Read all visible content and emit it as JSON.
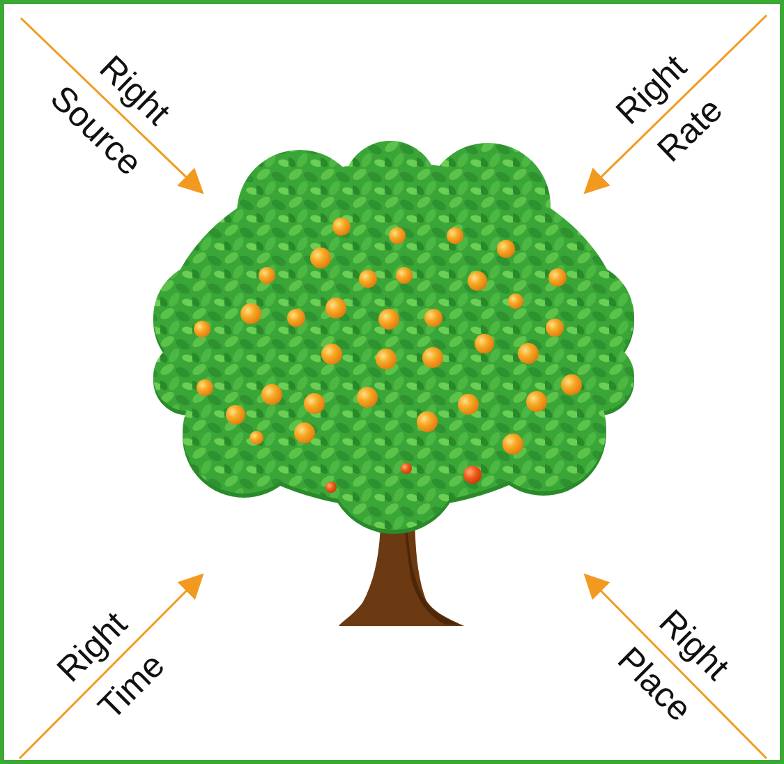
{
  "diagram": {
    "labels": [
      "Right Source",
      "Right Rate",
      "Right Time",
      "Right Place"
    ]
  }
}
